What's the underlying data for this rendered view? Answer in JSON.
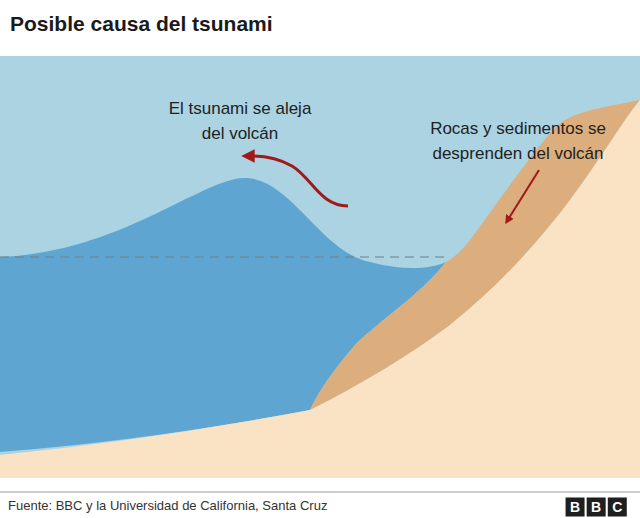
{
  "diagram": {
    "title": "Posible causa del tsunami",
    "caption": "Fuente: BBC y la Universidad de California, Santa Cruz",
    "labels": [
      "El tsunami se aleja del volcán",
      "Rocas y sedimentos se desprenden del volcán",
      "BBC"
    ]
  }
}
